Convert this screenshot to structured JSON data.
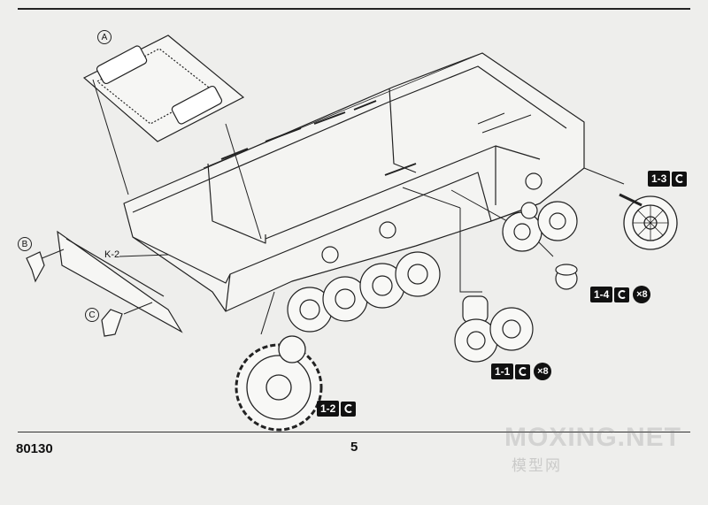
{
  "page": {
    "code": "80130",
    "number": "5"
  },
  "watermark": {
    "site": "MOXING.NET",
    "sub": "模型网"
  },
  "callouts": {
    "a": "A",
    "b": "B",
    "c": "C"
  },
  "part_labels": {
    "k2": "K-2"
  },
  "steps": [
    {
      "code": "1-3",
      "qty": ""
    },
    {
      "code": "1-4",
      "qty": "×8"
    },
    {
      "code": "1-1",
      "qty": "×8"
    },
    {
      "code": "1-2",
      "qty": ""
    }
  ],
  "colors": {
    "line": "#222222",
    "paper": "#eeeeec",
    "badge": "#111111"
  }
}
